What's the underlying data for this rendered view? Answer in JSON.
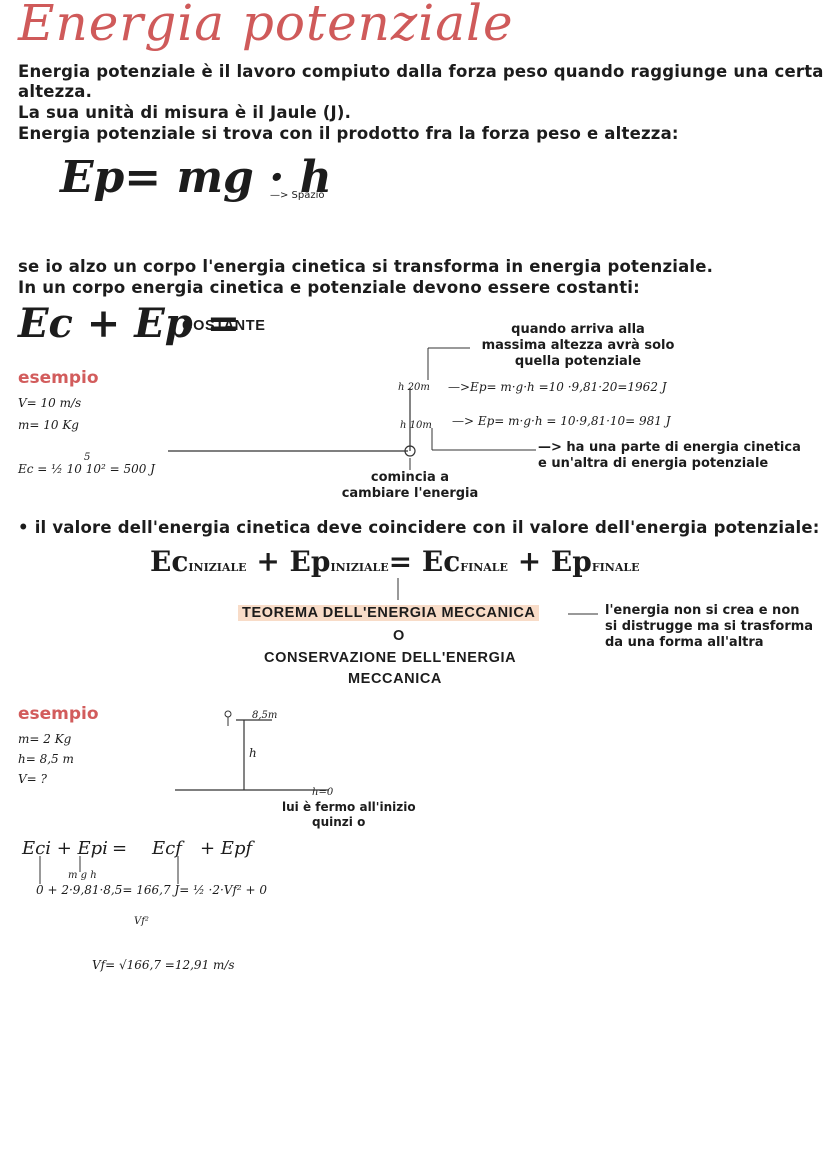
{
  "title": "Energia potenziale",
  "intro": {
    "line1": "Energia potenziale è il lavoro compiuto dalla forza peso quando raggiunge una certa",
    "line2": "altezza.",
    "line3": "La sua unità di misura è il Jaule (J).",
    "line4": "Energia potenziale si trova con il prodotto fra la forza peso e altezza:"
  },
  "formula1": {
    "text": "Ep= mg · h",
    "arrow_note": "—> Spazio"
  },
  "para2": {
    "line1": "se io alzo un corpo l'energia cinetica si transforma in energia potenziale.",
    "line2": "In un corpo energia cinetica e potenziale devono essere costanti:"
  },
  "formula2": {
    "text": "Ec + Ep =",
    "costante": "COSTANTE"
  },
  "example1": {
    "label": "esempio",
    "v": "V= 10 m/s",
    "m": "m= 10 Kg",
    "ec": "Ec = ½ 10 10² = 500 J",
    "ec_small": "5",
    "top_note": "quando arriva alla massima altezza avrà solo quella potenziale",
    "h20": "h 20m",
    "ep20": "—>Ep= m·g·h =10 ·9,81·20=1962 J",
    "h10": "h 10m",
    "ep10": "—> Ep= m·g·h = 10·9,81·10= 981 J",
    "side_note": "—> ha una parte di energia cinetica e un'altra di energia potenziale",
    "start_note": "comincia a cambiare l'energia"
  },
  "bullet": "• il valore dell'energia cinetica deve coincidere con il valore dell'energia potenziale:",
  "formula3": {
    "eci": "Ec",
    "eci_sub": "INIZIALE",
    "plus1": "+",
    "epi": "Ep",
    "epi_sub": "INIZIALE",
    "eq": "=",
    "ecf": "Ec",
    "ecf_sub": "FINALE",
    "plus2": "+",
    "epf": "Ep",
    "epf_sub": "FINALE"
  },
  "theorem": {
    "name": "TEOREMA DELL'ENERGIA MECCANICA",
    "o": "O",
    "alt1": "CONSERVAZIONE DELL'ENERGIA",
    "alt2": "MECCANICA",
    "note": "l'energia non si crea e non si distrugge ma si trasforma da una forma all'altra"
  },
  "example2": {
    "label": "esempio",
    "m": "m= 2 Kg",
    "h": "h= 8,5 m",
    "v": "V= ?",
    "top": "8,5m",
    "h_label": "h",
    "h0": "h=0",
    "note1": "lui è fermo all'inizio",
    "note2": "quinzi o",
    "eq_eci": "Eci + Epi",
    "eq_eq": "=",
    "eq_ecf": "Ecf",
    "eq_epf": "+ Epf",
    "mgh": "m g h",
    "calc": "0 + 2·9,81·8,5= 166,7 J= ½ ·2·Vf² + 0",
    "vf2": "Vf²",
    "result": "Vf= √166,7 =12,91 m/s"
  }
}
